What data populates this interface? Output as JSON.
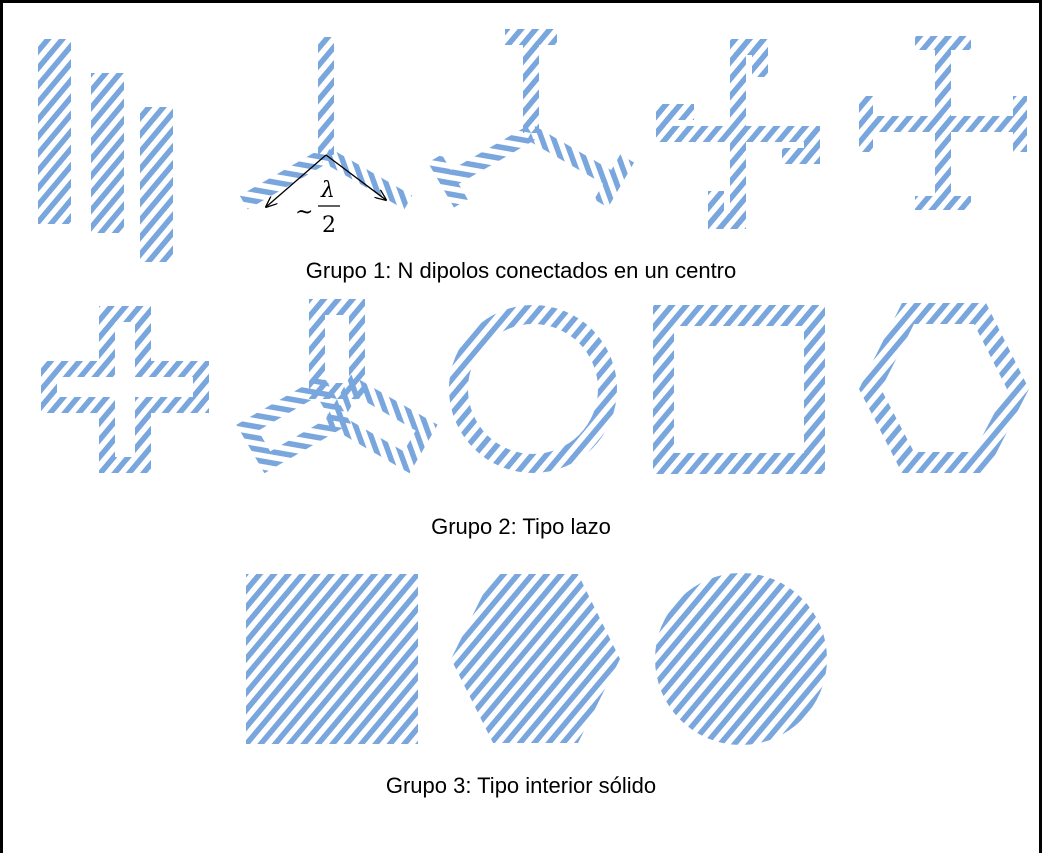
{
  "colors": {
    "hatch": "#7aa6de",
    "border": "#000000",
    "background": "#ffffff",
    "text": "#000000"
  },
  "groups": [
    {
      "caption": "Grupo 1: N dipolos conectados en un centro",
      "elements": [
        "parallel-dipoles",
        "tripole",
        "anchor-tripole",
        "jerusalem-cross-rotated",
        "jerusalem-cross"
      ]
    },
    {
      "caption": "Grupo 2: Tipo lazo",
      "elements": [
        "loop-cross",
        "loop-tripole",
        "circular-loop",
        "square-loop",
        "hexagonal-loop"
      ]
    },
    {
      "caption": "Grupo 3: Tipo interior sólido",
      "elements": [
        "solid-square",
        "solid-hexagon",
        "solid-circle"
      ]
    }
  ],
  "annotation": {
    "tilde": "~",
    "numerator": "λ",
    "denominator": "2"
  }
}
